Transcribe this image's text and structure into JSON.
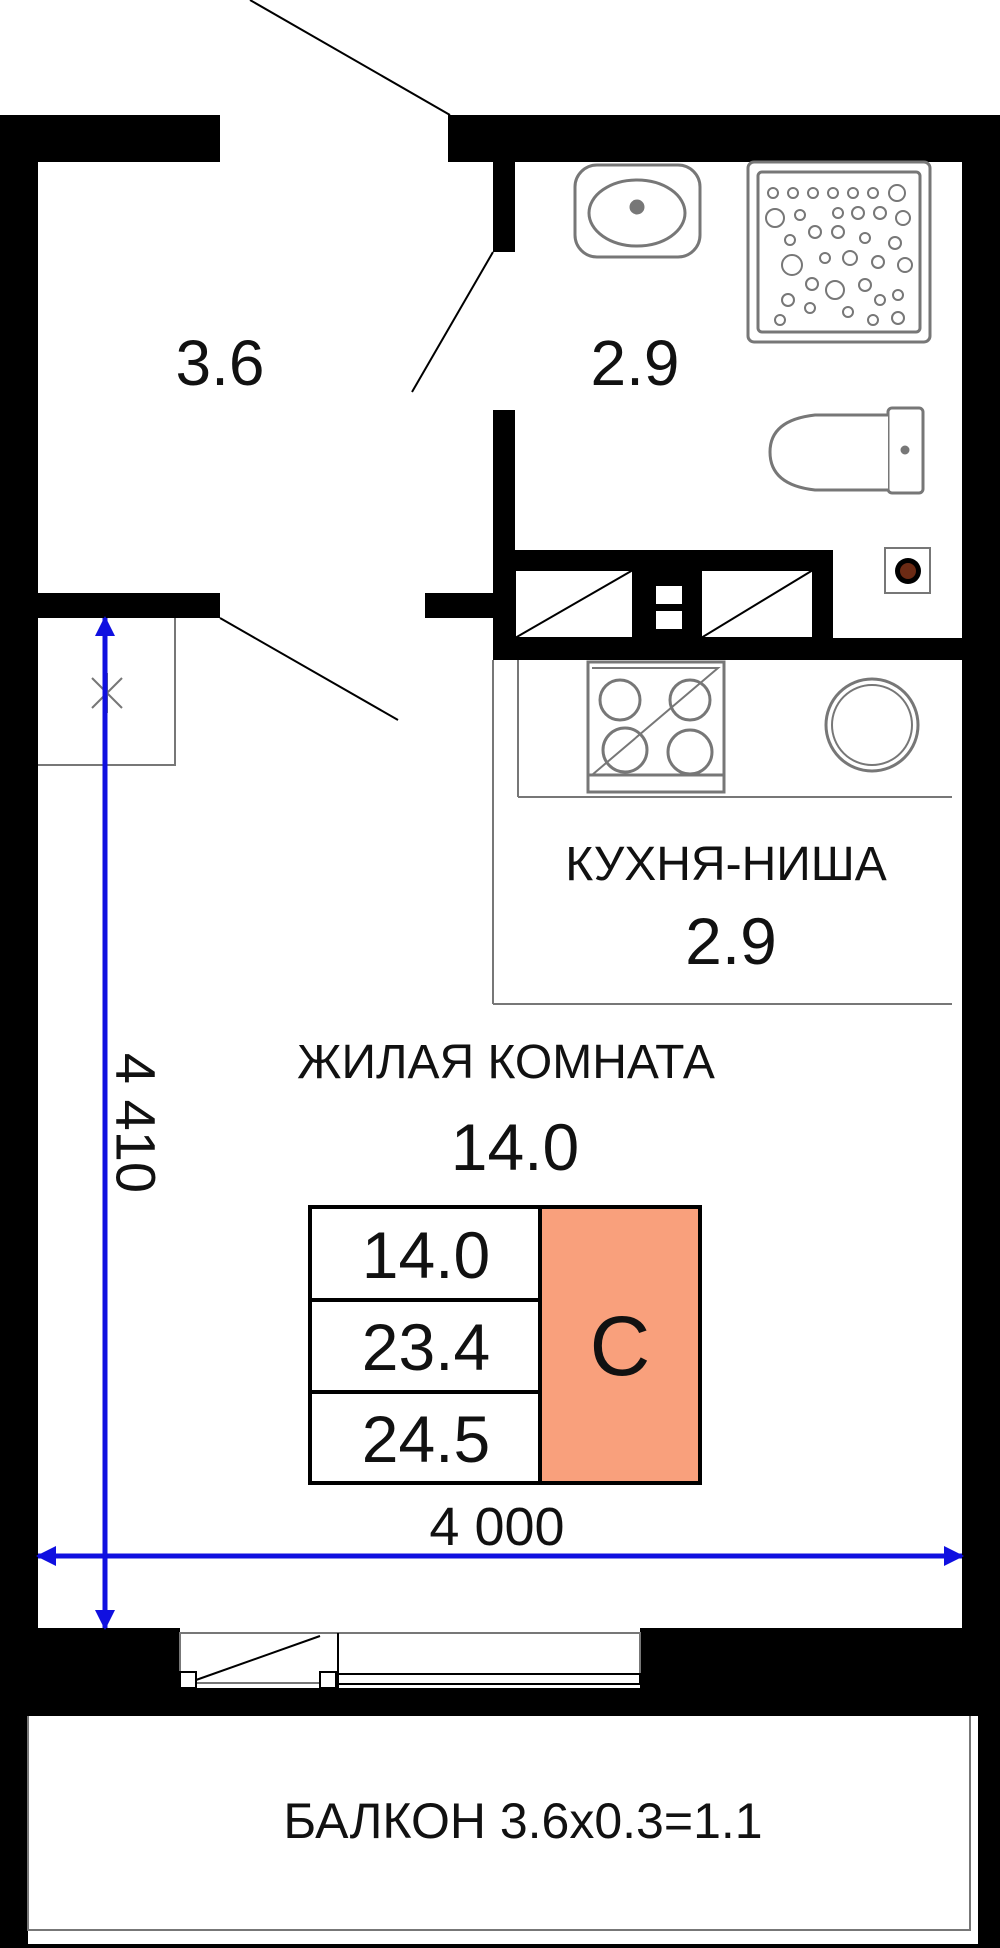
{
  "rooms": {
    "hall_area": "3.6",
    "bathroom_area": "2.9",
    "kitchen_name": "КУХНЯ-НИША",
    "kitchen_area": "2.9",
    "living_name": "ЖИЛАЯ КОМНАТА",
    "living_area": "14.0",
    "balcony_label": "БАЛКОН 3.6x0.3=1.1"
  },
  "summary": {
    "living": "14.0",
    "total_without_balcony": "23.4",
    "total": "24.5",
    "type_letter": "С",
    "type_color": "#F9A07C"
  },
  "dimensions": {
    "height_mm": "4 410",
    "width_mm": "4 000",
    "color": "#1010E0"
  },
  "colors": {
    "wall": "#000000",
    "fixture": "#777777"
  }
}
